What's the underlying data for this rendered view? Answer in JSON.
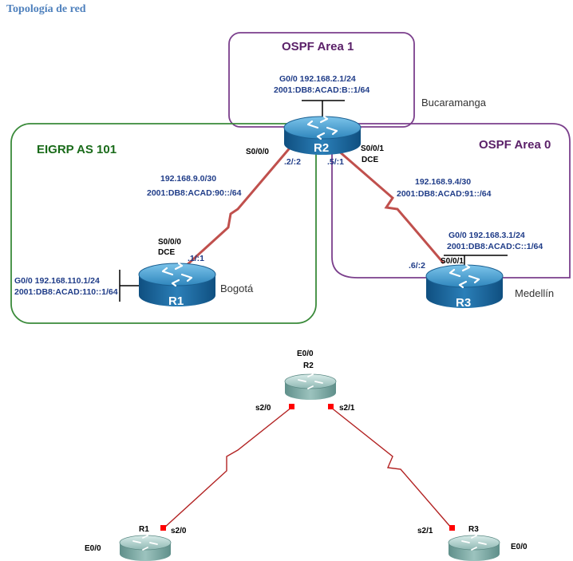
{
  "title": "Topología de red",
  "top_diagram": {
    "areas": {
      "ospf_area1": "OSPF Area 1",
      "eigrp": "EIGRP AS 101",
      "ospf_area0": "OSPF Area 0"
    },
    "r2": {
      "name": "R2",
      "city": "Bucaramanga",
      "g0_ipv4": "G0/0 192.168.2.1/24",
      "g0_ipv6": "2001:DB8:ACAD:B::1/64",
      "s000": "S0/0/0",
      "s001": "S0/0/1",
      "dce": "DCE",
      "addr_left": ".2/:2",
      "addr_right": ".5/:1"
    },
    "r1": {
      "name": "R1",
      "city": "Bogotá",
      "g0_ipv4": "G0/0 192.168.110.1/24",
      "g0_ipv6": "2001:DB8:ACAD:110::1/64",
      "s000": "S0/0/0",
      "dce": "DCE",
      "addr": ".1/:1"
    },
    "r3": {
      "name": "R3",
      "city": "Medellín",
      "g0_ipv4": "G0/0 192.168.3.1/24",
      "g0_ipv6": "2001:DB8:ACAD:C::1/64",
      "s001": "S0/0/1",
      "addr": ".6/:2"
    },
    "link_r1_r2": {
      "ipv4": "192.168.9.0/30",
      "ipv6": "2001:DB8:ACAD:90::/64"
    },
    "link_r2_r3": {
      "ipv4": "192.168.9.4/30",
      "ipv6": "2001:DB8:ACAD:91::/64"
    }
  },
  "bottom_diagram": {
    "r2": {
      "name": "R2",
      "eth": "E0/0",
      "left_port": "s2/0",
      "right_port": "s2/1"
    },
    "r1": {
      "name": "R1",
      "eth": "E0/0",
      "port": "s2/0"
    },
    "r3": {
      "name": "R3",
      "eth": "E0/0",
      "port": "s2/1"
    }
  },
  "colors": {
    "title": "#4f81bd",
    "purple": "#7b3f8c",
    "green": "#3a8a3a",
    "serial_top": "#c0504d",
    "serial_bottom": "#b22222",
    "port_dot": "#ff0000",
    "router_blue": "#2e7fb3"
  }
}
